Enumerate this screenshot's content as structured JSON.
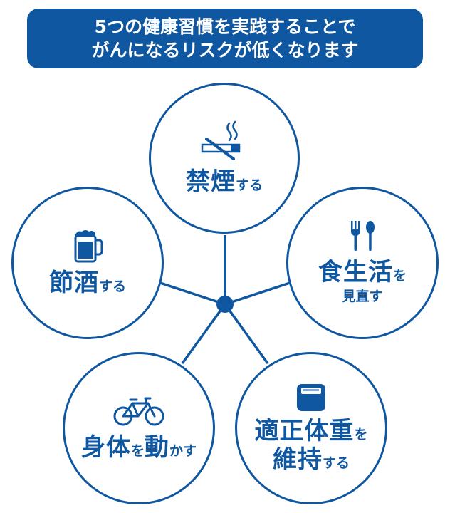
{
  "banner": {
    "line1": "5つの健康習慣を実践することで",
    "line2": "がんになるリスクが低くなります"
  },
  "habits": {
    "smoking": {
      "big": "禁煙",
      "small": "する",
      "icon": "no-smoking-icon"
    },
    "diet": {
      "big": "食生活",
      "small": "を",
      "sub": "見直す",
      "icon": "fork-spoon-icon"
    },
    "weight": {
      "big1": "適正体重",
      "small1": "を",
      "big2": "維持",
      "small2": "する",
      "icon": "scale-icon"
    },
    "exercise": {
      "big1": "身体",
      "small1": "を",
      "big2": "動",
      "small2": "かす",
      "icon": "bicycle-icon"
    },
    "alcohol": {
      "big": "節酒",
      "small": "する",
      "icon": "beer-mug-icon"
    }
  },
  "colors": {
    "primary": "#0f57a0",
    "background": "#ffffff"
  }
}
